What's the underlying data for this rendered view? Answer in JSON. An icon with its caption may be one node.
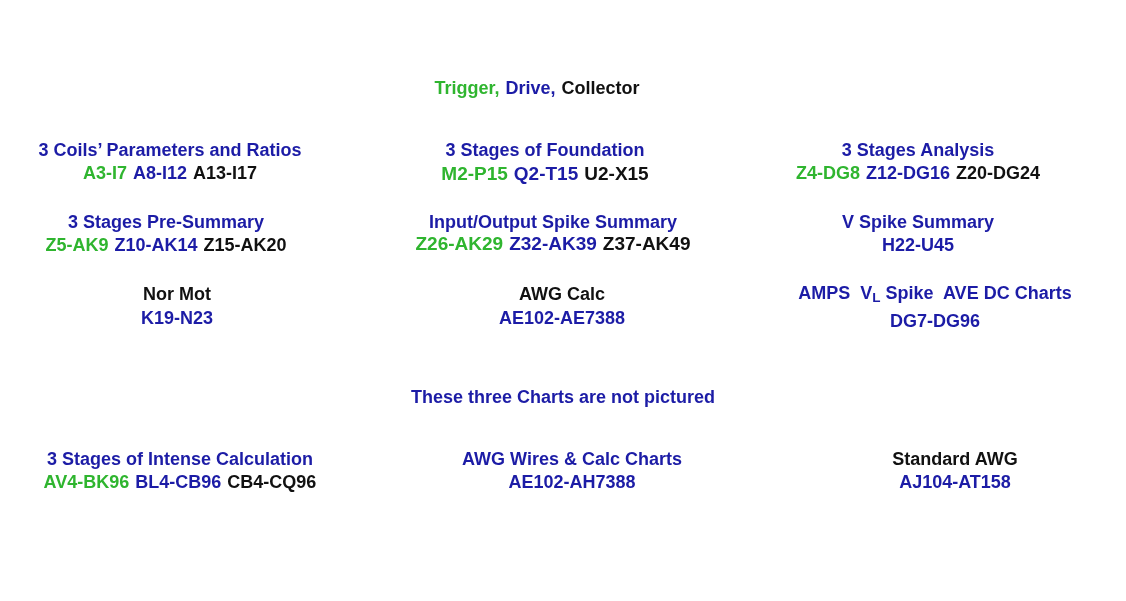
{
  "diagram": {
    "labels": [
      "Trigger,",
      "Drive,",
      "Collector",
      "3 Coils’ Parameters and Ratios",
      "A3-I7",
      "A8-I12",
      "A13-I17",
      "3 Stages of Foundation",
      "M2-P15",
      "Q2-T15",
      "U2-X15",
      "3 Stages Analysis",
      "Z4-DG8",
      "Z12-DG16",
      "Z20-DG24",
      "3 Stages Pre-Summary",
      "Z5-AK9",
      "Z10-AK14",
      "Z15-AK20",
      "Input/Output Spike Summary",
      "Z26-AK29",
      "Z32-AK39",
      "Z37-AK49",
      "V Spike Summary",
      "H22-U45",
      "Nor Mot",
      "K19-N23",
      "AWG Calc",
      "AE102-AE7388",
      "AMPS  V$_{L}$ Spike  AVE DC Charts",
      "DG7-DG96",
      "These three Charts are not pictured",
      "3 Stages of Intense Calculation",
      "AV4-BK96",
      "BL4-CB96",
      "CB4-CQ96",
      "AWG Wires & Calc Charts",
      "AE102-AH7388",
      "Standard AWG",
      "AJ104-AT158"
    ]
  }
}
